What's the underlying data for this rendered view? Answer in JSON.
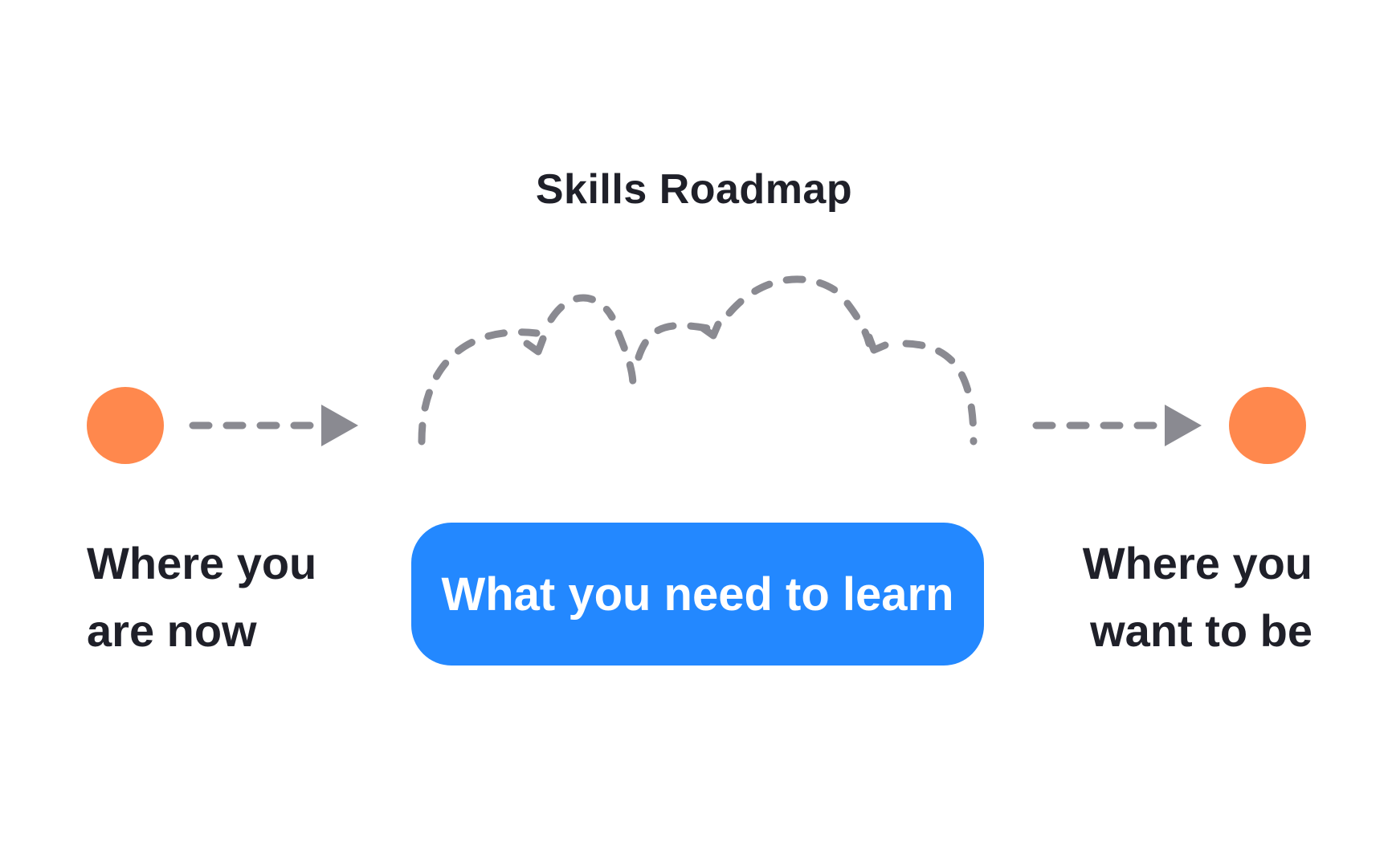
{
  "title": "Skills Roadmap",
  "start": {
    "line1": "Where you",
    "line2": "are now"
  },
  "middle": {
    "label": "What you need to learn"
  },
  "end": {
    "line1": "Where you",
    "line2": "want to be"
  },
  "colors": {
    "node": "#ff884d",
    "box": "#2388ff",
    "connector": "#8a8a91",
    "text": "#1f2029"
  },
  "icons": [
    "dashed-arrow-icon",
    "bouncing-path-icon",
    "circle-node-icon"
  ]
}
